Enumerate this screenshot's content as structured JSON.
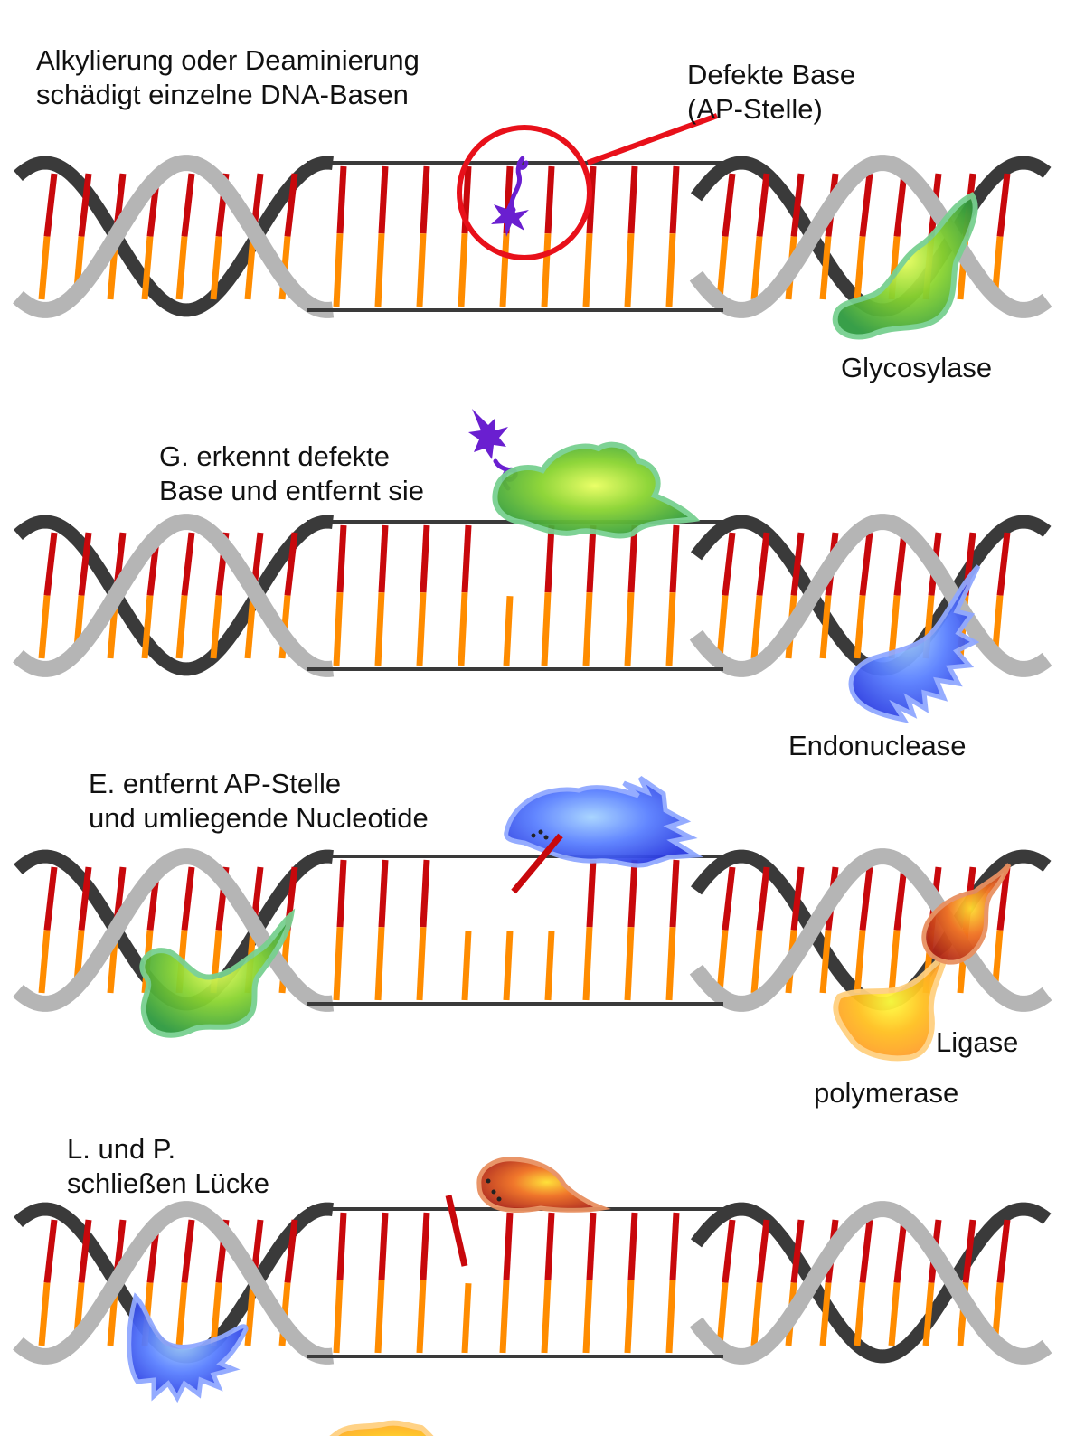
{
  "colors": {
    "backbone_dark": "#3a3a3a",
    "backbone_light": "#b5b5b5",
    "base_red": "#c8080c",
    "base_orange": "#ff8c00",
    "highlight_circle": "#e8101a",
    "damaged_base": "#6a1fd0",
    "glycosylase": "#55c030",
    "endonuclease": "#3a60f0",
    "polymerase": "#ffb028",
    "ligase": "#d84418"
  },
  "icons": {
    "damaged_base": "squiggle-star-icon",
    "glycosylase": "green-blob-icon",
    "endonuclease": "blue-flame-icon",
    "polymerase": "orange-blob-icon",
    "ligase": "red-blob-icon"
  },
  "panels": [
    {
      "step_label_line1": "Alkylierung oder Deaminierung",
      "step_label_line2": "schädigt einzelne DNA-Basen",
      "callout_line1": "Defekte Base",
      "callout_line2": "(AP-Stelle)",
      "enzyme_label": "Glycosylase"
    },
    {
      "step_label_line1": "G. erkennt defekte",
      "step_label_line2": "Base und entfernt sie",
      "enzyme_label": "Endonuclease"
    },
    {
      "step_label_line1": "E. entfernt AP-Stelle",
      "step_label_line2": "und umliegende Nucleotide",
      "enzyme_label_1": "Ligase",
      "enzyme_label_2": "polymerase"
    },
    {
      "step_label_line1": "L. und P.",
      "step_label_line2": "schließen Lücke"
    }
  ]
}
